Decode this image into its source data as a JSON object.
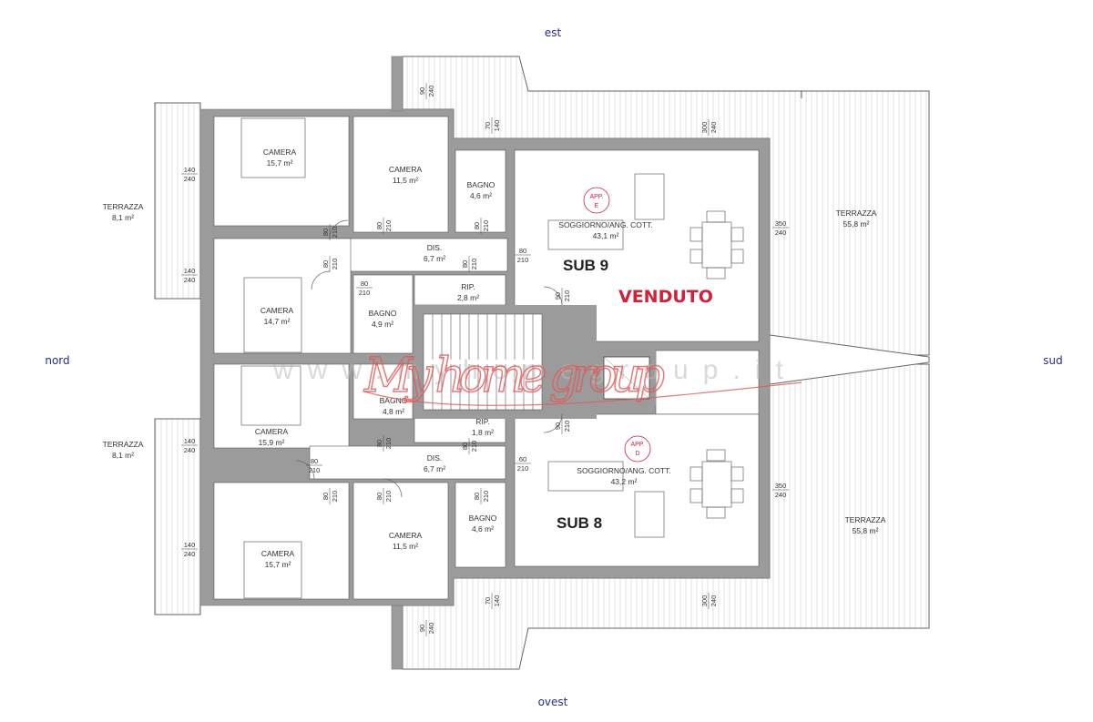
{
  "compass": {
    "east": "est",
    "north": "nord",
    "south": "sud",
    "west": "ovest"
  },
  "rooms": [
    {
      "name": "CAMERA",
      "area": "15,7 m²"
    },
    {
      "name": "CAMERA",
      "area": "11,5 m²"
    },
    {
      "name": "BAGNO",
      "area": "4,6 m²"
    },
    {
      "name": "SOGGIORNO/ANG. COTT.",
      "area": "43,1 m²"
    },
    {
      "name": "TERRAZZA",
      "area": "55,8 m²"
    },
    {
      "name": "TERRAZZA",
      "area": "8,1 m²"
    },
    {
      "name": "DIS.",
      "area": "6,7 m²"
    },
    {
      "name": "RIP.",
      "area": "2,8 m²"
    },
    {
      "name": "CAMERA",
      "area": "14,7 m²"
    },
    {
      "name": "BAGNO",
      "area": "4,9 m²"
    },
    {
      "name": "BAGNO",
      "area": "4,8 m²"
    },
    {
      "name": "CAMERA",
      "area": "15,9 m²"
    },
    {
      "name": "RIP.",
      "area": "1,8 m²"
    },
    {
      "name": "DIS.",
      "area": "6,7 m²"
    },
    {
      "name": "CAMERA",
      "area": "11,5 m²"
    },
    {
      "name": "BAGNO",
      "area": "4,6 m²"
    },
    {
      "name": "CAMERA",
      "area": "15,7 m²"
    },
    {
      "name": "SOGGIORNO/ANG. COTT.",
      "area": "43,2 m²"
    },
    {
      "name": "TERRAZZA",
      "area": "55,8 m²"
    },
    {
      "name": "TERRAZZA",
      "area": "8,1 m²"
    }
  ],
  "units": [
    {
      "label": "SUB 9",
      "app": "APP.",
      "app_letter": "E",
      "status": "VENDUTO"
    },
    {
      "label": "SUB 8",
      "app": "APP.",
      "app_letter": "D"
    }
  ],
  "dims": [
    {
      "a": "140",
      "b": "240"
    },
    {
      "a": "140",
      "b": "240"
    },
    {
      "a": "140",
      "b": "240"
    },
    {
      "a": "140",
      "b": "240"
    },
    {
      "a": "350",
      "b": "240"
    },
    {
      "a": "350",
      "b": "240"
    },
    {
      "a": "80",
      "b": "210"
    },
    {
      "a": "60",
      "b": "210"
    },
    {
      "a": "80",
      "b": "210"
    },
    {
      "a": "80",
      "b": "210"
    },
    {
      "a": "90",
      "b": "240"
    },
    {
      "a": "70",
      "b": "140"
    },
    {
      "a": "300",
      "b": "240"
    },
    {
      "a": "80",
      "b": "210"
    },
    {
      "a": "80",
      "b": "210"
    },
    {
      "a": "80",
      "b": "210"
    },
    {
      "a": "80",
      "b": "210"
    },
    {
      "a": "80",
      "b": "210"
    },
    {
      "a": "90",
      "b": "210"
    },
    {
      "a": "90",
      "b": "210"
    },
    {
      "a": "80",
      "b": "210"
    },
    {
      "a": "80",
      "b": "210"
    },
    {
      "a": "80",
      "b": "210"
    },
    {
      "a": "80",
      "b": "210"
    },
    {
      "a": "80",
      "b": "210"
    },
    {
      "a": "70",
      "b": "140"
    },
    {
      "a": "300",
      "b": "240"
    },
    {
      "a": "90",
      "b": "240"
    }
  ],
  "watermark": {
    "url": "www.myhomegroup.it",
    "script": "My home group"
  },
  "colors": {
    "wall": "#9b9b9b",
    "compass": "#2b2b8c",
    "sold": "#d0203a",
    "watermark_red": "#e05a5a",
    "line": "#555555"
  }
}
